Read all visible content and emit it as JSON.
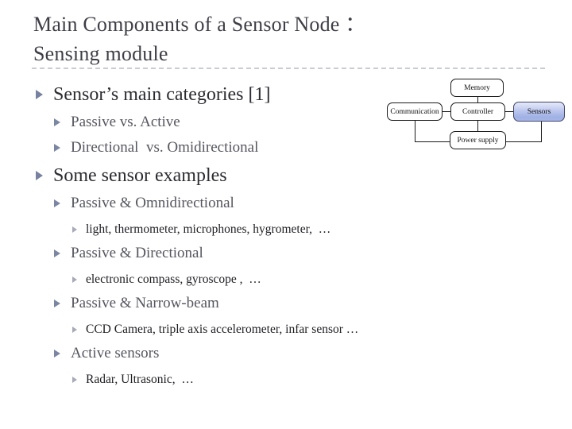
{
  "slide": {
    "title_line1": "Main Components of a Sensor Node ：",
    "title_line2": "Sensing module"
  },
  "content": {
    "bullets": [
      {
        "level": 1,
        "text": "Sensor’s main categories [1]"
      },
      {
        "level": 2,
        "text": "Passive vs. Active"
      },
      {
        "level": 2,
        "text": "Directional  vs. Omidirectional"
      },
      {
        "level": 1,
        "text": "Some sensor examples"
      },
      {
        "level": 2,
        "text": "Passive & Omnidirectional"
      },
      {
        "level": 3,
        "text": "light, thermometer, microphones, hygrometer,  …"
      },
      {
        "level": 2,
        "text": "Passive & Directional"
      },
      {
        "level": 3,
        "text": "electronic compass, gyroscope ,  …"
      },
      {
        "level": 2,
        "text": "Passive & Narrow-beam"
      },
      {
        "level": 3,
        "text": "CCD Camera, triple axis accelerometer, infar sensor …"
      },
      {
        "level": 2,
        "text": "Active sensors"
      },
      {
        "level": 3,
        "text": "Radar, Ultrasonic,  …"
      }
    ]
  },
  "diagram": {
    "nodes": {
      "memory": "Memory",
      "communication": "Communication",
      "controller": "Controller",
      "sensors": "Sensors",
      "power": "Power supply"
    },
    "highlighted_node": "Sensors"
  },
  "colors": {
    "title_text": "#3e3e46",
    "level1_text": "#2b2b31",
    "level2_text": "#55565f",
    "level3_text": "#1e1e23",
    "bullet_arrow": "#76829f",
    "bullet_arrow_l3": "#a6abb7",
    "divider": "#c9ccd3",
    "diagram_border": "#1a1a1a",
    "sensors_fill_top": "#e6eaf8",
    "sensors_fill_bottom": "#9fb0e4"
  }
}
